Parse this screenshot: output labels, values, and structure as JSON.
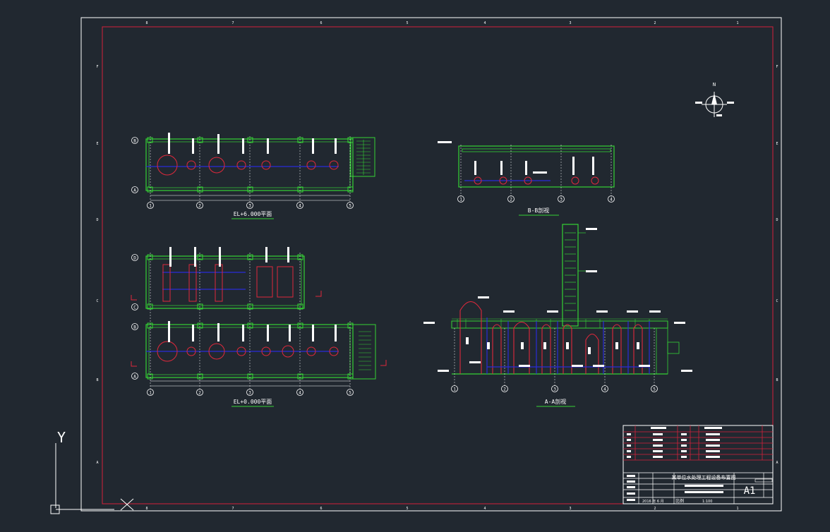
{
  "drawing": {
    "zone_numbers_top": [
      "8",
      "7",
      "6",
      "5",
      "4",
      "3",
      "2",
      "1"
    ],
    "zone_numbers_bottom": [
      "8",
      "7",
      "6",
      "5",
      "4",
      "3",
      "2",
      "1"
    ],
    "zone_letters_left": [
      "F",
      "E",
      "D",
      "C",
      "B",
      "A"
    ],
    "zone_letters_right": [
      "F",
      "E",
      "D",
      "C",
      "B",
      "A"
    ]
  },
  "views": {
    "plan_el6": {
      "title": "EL+6.000平面",
      "axes_x": [
        "1",
        "2",
        "3",
        "4",
        "5"
      ],
      "axes_y": [
        "B",
        "A"
      ]
    },
    "plan_el0": {
      "title": "EL+0.000平面",
      "axes_x": [
        "1",
        "2",
        "3",
        "4",
        "5"
      ],
      "axes_y": [
        "D",
        "C",
        "B",
        "A"
      ]
    },
    "section_bb": {
      "title": "B-B剖视",
      "axes": [
        "1",
        "2",
        "3",
        "4"
      ]
    },
    "section_aa": {
      "title": "A-A剖视",
      "axes": [
        "1",
        "2",
        "3",
        "4",
        "5"
      ]
    },
    "compass": {
      "north": "N"
    }
  },
  "title_block": {
    "project": "某单位水处理工程设备布置图",
    "sheet_size": "A1",
    "scale_label": "比例",
    "scale": "1:100",
    "date": "2016 年 6 月"
  },
  "ucs": {
    "y_label": "Y"
  },
  "colors": {
    "background": "#212830",
    "border": "#ffffff",
    "frame": "#d4213a",
    "structure": "#35d235",
    "equipment": "#e0283c",
    "pipe": "#2b2bd8",
    "text": "#ffffff"
  }
}
